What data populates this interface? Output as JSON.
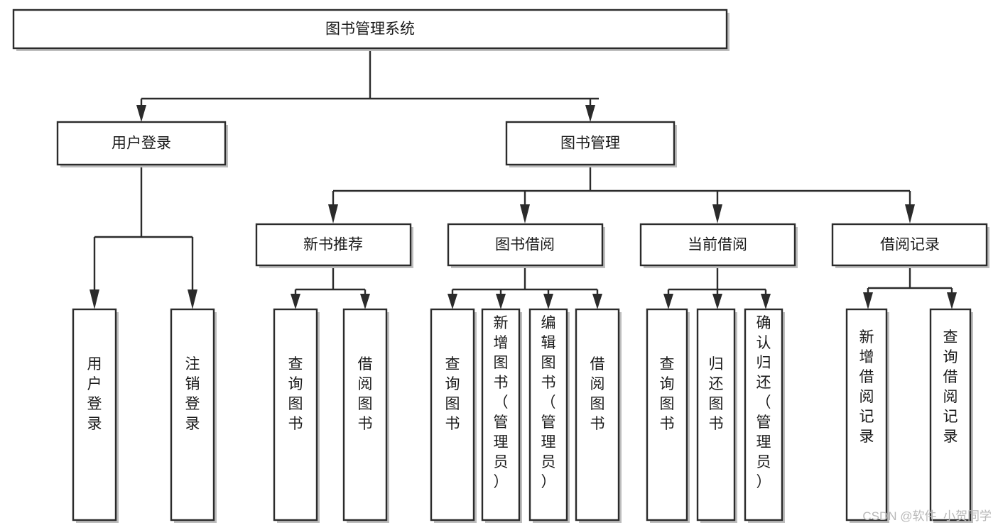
{
  "diagram": {
    "type": "hierarchy-tree-flowchart",
    "title": "图书管理系统",
    "levels": 4,
    "orientation": "top-down",
    "colors": {
      "node_fill": "#ffffff",
      "node_stroke": "#2b2b2b",
      "connector": "#2b2b2b",
      "text": "#1a1a1a",
      "watermark": "#b8b8b8",
      "background": "#ffffff"
    },
    "nodes": {
      "root": {
        "label": "图书管理系统",
        "level": 1,
        "orientation": "horizontal"
      },
      "user_login": {
        "label": "用户登录",
        "level": 2,
        "orientation": "horizontal"
      },
      "book_manage": {
        "label": "图书管理",
        "level": 2,
        "orientation": "horizontal"
      },
      "new_book_rec": {
        "label": "新书推荐",
        "level": 3,
        "orientation": "horizontal"
      },
      "book_borrow": {
        "label": "图书借阅",
        "level": 3,
        "orientation": "horizontal"
      },
      "current_borrow": {
        "label": "当前借阅",
        "level": 3,
        "orientation": "horizontal"
      },
      "borrow_record": {
        "label": "借阅记录",
        "level": 3,
        "orientation": "horizontal"
      },
      "leaf_user_login": {
        "label": "用户登录",
        "level": 4,
        "orientation": "vertical"
      },
      "leaf_logout": {
        "label": "注销登录",
        "level": 4,
        "orientation": "vertical"
      },
      "leaf_query_book_1": {
        "label": "查询图书",
        "level": 4,
        "orientation": "vertical"
      },
      "leaf_borrow_book_1": {
        "label": "借阅图书",
        "level": 4,
        "orientation": "vertical"
      },
      "leaf_query_book_2": {
        "label": "查询图书",
        "level": 4,
        "orientation": "vertical"
      },
      "leaf_add_book": {
        "label": "新增图书（管理员）",
        "level": 4,
        "orientation": "vertical"
      },
      "leaf_edit_book": {
        "label": "编辑图书（管理员）",
        "level": 4,
        "orientation": "vertical"
      },
      "leaf_borrow_book_2": {
        "label": "借阅图书",
        "level": 4,
        "orientation": "vertical"
      },
      "leaf_query_book_3": {
        "label": "查询图书",
        "level": 4,
        "orientation": "vertical"
      },
      "leaf_return_book": {
        "label": "归还图书",
        "level": 4,
        "orientation": "vertical"
      },
      "leaf_confirm_return": {
        "label": "确认归还（管理员）",
        "level": 4,
        "orientation": "vertical"
      },
      "leaf_add_record": {
        "label": "新增借阅记录",
        "level": 4,
        "orientation": "vertical"
      },
      "leaf_query_record": {
        "label": "查询借阅记录",
        "level": 4,
        "orientation": "vertical"
      }
    },
    "edges": [
      {
        "from": "root",
        "to": "user_login"
      },
      {
        "from": "root",
        "to": "book_manage"
      },
      {
        "from": "user_login",
        "to": "leaf_user_login"
      },
      {
        "from": "user_login",
        "to": "leaf_logout"
      },
      {
        "from": "book_manage",
        "to": "new_book_rec"
      },
      {
        "from": "book_manage",
        "to": "book_borrow"
      },
      {
        "from": "book_manage",
        "to": "current_borrow"
      },
      {
        "from": "book_manage",
        "to": "borrow_record"
      },
      {
        "from": "new_book_rec",
        "to": "leaf_query_book_1"
      },
      {
        "from": "new_book_rec",
        "to": "leaf_borrow_book_1"
      },
      {
        "from": "book_borrow",
        "to": "leaf_query_book_2"
      },
      {
        "from": "book_borrow",
        "to": "leaf_add_book"
      },
      {
        "from": "book_borrow",
        "to": "leaf_edit_book"
      },
      {
        "from": "book_borrow",
        "to": "leaf_borrow_book_2"
      },
      {
        "from": "current_borrow",
        "to": "leaf_query_book_3"
      },
      {
        "from": "current_borrow",
        "to": "leaf_return_book"
      },
      {
        "from": "current_borrow",
        "to": "leaf_confirm_return"
      },
      {
        "from": "borrow_record",
        "to": "leaf_add_record"
      },
      {
        "from": "borrow_record",
        "to": "leaf_query_record"
      }
    ]
  },
  "watermark": {
    "text": "CSDN @软件_小贺同学"
  }
}
